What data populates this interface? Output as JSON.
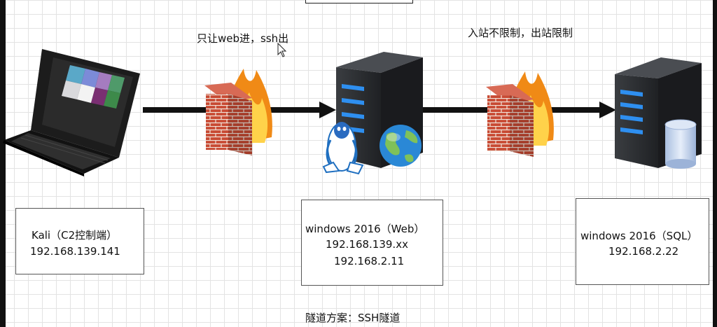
{
  "annotations": {
    "firewall1_rule": "只让web进，ssh出",
    "firewall2_rule": "入站不限制，出站限制",
    "tunnel_plan": "隧道方案：SSH隧道"
  },
  "nodes": {
    "kali": {
      "name": "Kali（C2控制端）",
      "ip1": "192.168.139.141"
    },
    "web": {
      "name": "windows 2016（Web）",
      "ip1": "192.168.139.xx",
      "ip2": "192.168.2.11"
    },
    "sql": {
      "name": "windows 2016（SQL）",
      "ip1": "192.168.2.22"
    }
  },
  "icons": {
    "attacker": "laptop-icon",
    "firewall": "firewall-icon",
    "server": "server-icon",
    "linux": "penguin-icon",
    "web": "globe-icon",
    "database": "database-icon"
  },
  "colors": {
    "arrow": "#111111",
    "server_body": "#2b2d30",
    "server_led": "#2e8ff0",
    "brick": "#c84a33",
    "flame": "#f08a16",
    "globe": "#2a88d6",
    "land": "#7fc15a"
  }
}
